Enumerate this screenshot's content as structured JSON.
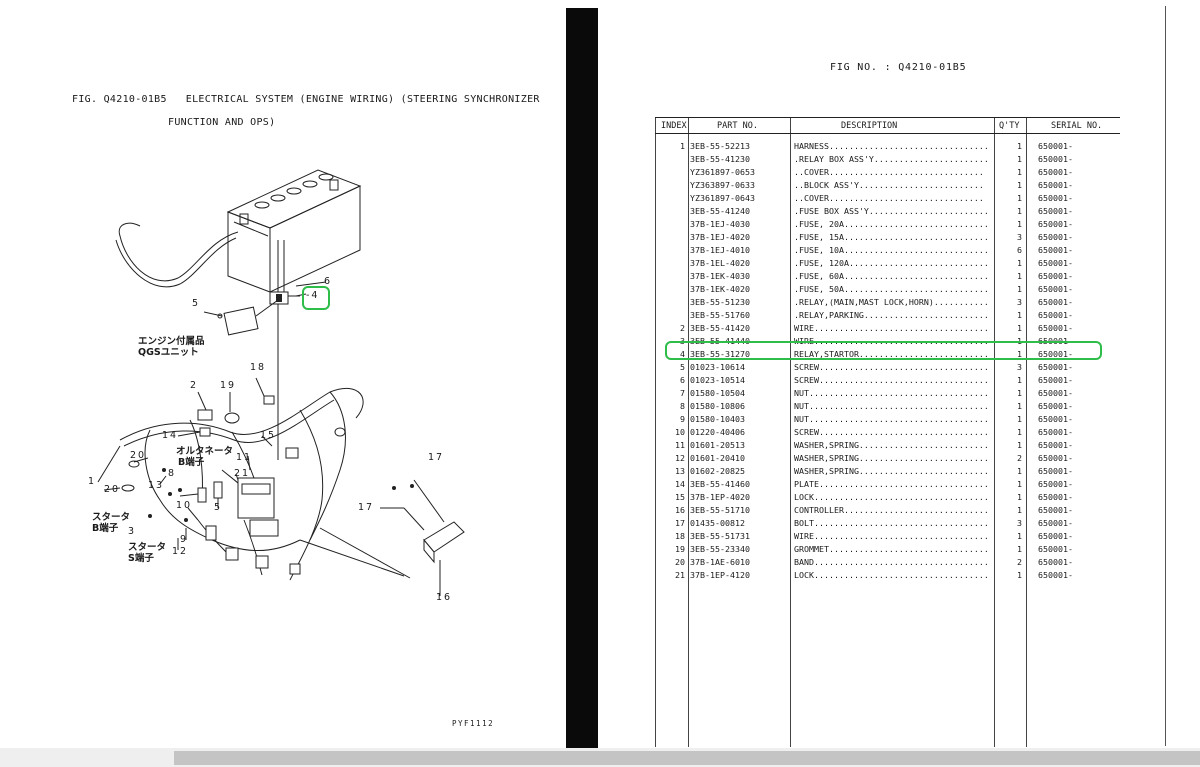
{
  "left_page": {
    "figure_title_line1": "FIG. Q4210-01B5   ELECTRICAL SYSTEM (ENGINE WIRING) (STEERING SYNCHRONIZER",
    "figure_title_line2": "FUNCTION AND OPS)",
    "page_code": "PYF1112",
    "japanese_labels": {
      "qgs_line1": "エンジン付属品",
      "qgs_line2": "QGSユニット",
      "alt_line1": "オルタネータ",
      "alt_line2": "B端子",
      "starter_b_line1": "スタータ",
      "starter_b_line2": "B端子",
      "starter_s_line1": "スタータ",
      "starter_s_line2": "S端子"
    },
    "callouts": {
      "c1": "1",
      "c2": "2",
      "c3": "3",
      "c4": "-4",
      "c5": "5",
      "c5b": "5",
      "c6": "6",
      "c7": "7",
      "c8": "8",
      "c9": "9",
      "c10": "10",
      "c11": "11",
      "c12": "12",
      "c13": "13",
      "c14": "14",
      "c15": "15",
      "c16": "16",
      "c17": "17",
      "c17b": "17",
      "c18": "18",
      "c19": "19",
      "c20": "20",
      "c21": "21"
    }
  },
  "right_page": {
    "fig_no": "FIG NO.  : Q4210-01B5",
    "headers": {
      "index": "INDEX",
      "part_no": "PART NO.",
      "description": "DESCRIPTION",
      "qty": "Q'TY",
      "serial_no": "SERIAL NO."
    },
    "rows": [
      {
        "index": "1",
        "part_no": "3EB-55-52213",
        "description": "HARNESS................................",
        "qty": "1",
        "serial": "650001-"
      },
      {
        "index": "",
        "part_no": "3EB-55-41230",
        "description": ".RELAY BOX ASS'Y.......................",
        "qty": "1",
        "serial": "650001-"
      },
      {
        "index": "",
        "part_no": "YZ361897-0653",
        "description": "..COVER...............................",
        "qty": "1",
        "serial": "650001-"
      },
      {
        "index": "",
        "part_no": "YZ363897-0633",
        "description": "..BLOCK ASS'Y.........................",
        "qty": "1",
        "serial": "650001-"
      },
      {
        "index": "",
        "part_no": "YZ361897-0643",
        "description": "..COVER...............................",
        "qty": "1",
        "serial": "650001-"
      },
      {
        "index": "",
        "part_no": "3EB-55-41240",
        "description": ".FUSE BOX ASS'Y........................",
        "qty": "1",
        "serial": "650001-"
      },
      {
        "index": "",
        "part_no": "37B-1EJ-4030",
        "description": ".FUSE, 20A.............................",
        "qty": "1",
        "serial": "650001-"
      },
      {
        "index": "",
        "part_no": "37B-1EJ-4020",
        "description": ".FUSE, 15A.............................",
        "qty": "3",
        "serial": "650001-"
      },
      {
        "index": "",
        "part_no": "37B-1EJ-4010",
        "description": ".FUSE, 10A.............................",
        "qty": "6",
        "serial": "650001-"
      },
      {
        "index": "",
        "part_no": "37B-1EL-4020",
        "description": ".FUSE, 120A............................",
        "qty": "1",
        "serial": "650001-"
      },
      {
        "index": "",
        "part_no": "37B-1EK-4030",
        "description": ".FUSE, 60A.............................",
        "qty": "1",
        "serial": "650001-"
      },
      {
        "index": "",
        "part_no": "37B-1EK-4020",
        "description": ".FUSE, 50A.............................",
        "qty": "1",
        "serial": "650001-"
      },
      {
        "index": "",
        "part_no": "3EB-55-51230",
        "description": ".RELAY,(MAIN,MAST LOCK,HORN)...........",
        "qty": "3",
        "serial": "650001-"
      },
      {
        "index": "",
        "part_no": "3EB-55-51760",
        "description": ".RELAY,PARKING.........................",
        "qty": "1",
        "serial": "650001-"
      },
      {
        "index": "2",
        "part_no": "3EB-55-41420",
        "description": "WIRE...................................",
        "qty": "1",
        "serial": "650001-"
      },
      {
        "index": "3",
        "part_no": "3EB-55-41440",
        "description": "WIRE...................................",
        "qty": "1",
        "serial": "650001-"
      },
      {
        "index": "4",
        "part_no": "3EB-55-31270",
        "description": "RELAY,STARTOR..........................",
        "qty": "1",
        "serial": "650001-"
      },
      {
        "index": "5",
        "part_no": "01023-10614",
        "description": "SCREW..................................",
        "qty": "3",
        "serial": "650001-"
      },
      {
        "index": "6",
        "part_no": "01023-10514",
        "description": "SCREW..................................",
        "qty": "1",
        "serial": "650001-"
      },
      {
        "index": "7",
        "part_no": "01580-10504",
        "description": "NUT....................................",
        "qty": "1",
        "serial": "650001-"
      },
      {
        "index": "8",
        "part_no": "01580-10806",
        "description": "NUT....................................",
        "qty": "1",
        "serial": "650001-"
      },
      {
        "index": "9",
        "part_no": "01580-10403",
        "description": "NUT....................................",
        "qty": "1",
        "serial": "650001-"
      },
      {
        "index": "10",
        "part_no": "01220-40406",
        "description": "SCREW..................................",
        "qty": "1",
        "serial": "650001-"
      },
      {
        "index": "11",
        "part_no": "01601-20513",
        "description": "WASHER,SPRING..........................",
        "qty": "1",
        "serial": "650001-"
      },
      {
        "index": "12",
        "part_no": "01601-20410",
        "description": "WASHER,SPRING..........................",
        "qty": "2",
        "serial": "650001-"
      },
      {
        "index": "13",
        "part_no": "01602-20825",
        "description": "WASHER,SPRING..........................",
        "qty": "1",
        "serial": "650001-"
      },
      {
        "index": "14",
        "part_no": "3EB-55-41460",
        "description": "PLATE..................................",
        "qty": "1",
        "serial": "650001-"
      },
      {
        "index": "15",
        "part_no": "37B-1EP-4020",
        "description": "LOCK...................................",
        "qty": "1",
        "serial": "650001-"
      },
      {
        "index": "16",
        "part_no": "3EB-55-51710",
        "description": "CONTROLLER.............................",
        "qty": "1",
        "serial": "650001-"
      },
      {
        "index": "17",
        "part_no": "01435-00812",
        "description": "BOLT...................................",
        "qty": "3",
        "serial": "650001-"
      },
      {
        "index": "18",
        "part_no": "3EB-55-51731",
        "description": "WIRE...................................",
        "qty": "1",
        "serial": "650001-"
      },
      {
        "index": "19",
        "part_no": "3EB-55-23340",
        "description": "GROMMET................................",
        "qty": "1",
        "serial": "650001-"
      },
      {
        "index": "20",
        "part_no": "37B-1AE-6010",
        "description": "BAND...................................",
        "qty": "2",
        "serial": "650001-"
      },
      {
        "index": "21",
        "part_no": "37B-1EP-4120",
        "description": "LOCK...................................",
        "qty": "1",
        "serial": "650001-"
      }
    ]
  },
  "colors": {
    "highlight": "#2fbd4a",
    "ink": "#1a1a1a",
    "spine": "#0a0a0a"
  }
}
